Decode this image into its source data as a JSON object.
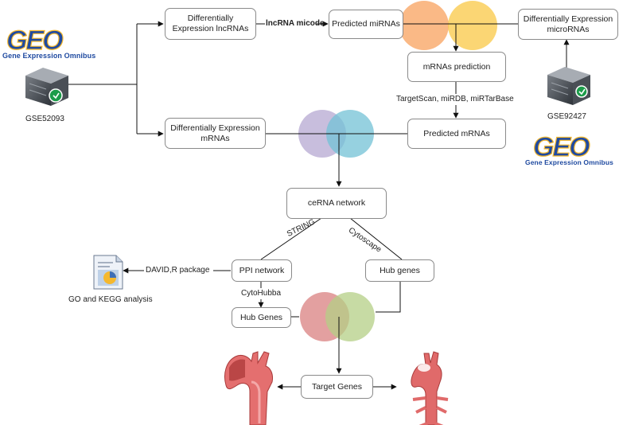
{
  "nodes": {
    "de_lncrnas": "Differentially\nExpression lncRNAs",
    "predicted_mirnas": "Predicted miRNAs",
    "de_micrornas": "Differentially Expression\nmicroRNAs",
    "mrnas_prediction": "mRNAs  prediction",
    "de_mrnas": "Differentially Expression\nmRNAs",
    "predicted_mrnas": "Predicted mRNAs",
    "cerna_network": "ceRNA network",
    "ppi_network": "PPI network",
    "hub_genes_right": "Hub genes",
    "hub_genes_left": "Hub Genes",
    "target_genes": "Target Genes"
  },
  "edge_labels": {
    "lncrna_micode": "lncRNA micode",
    "target_tools": "TargetScan, miRDB, miRTarBase",
    "string": "STRING",
    "cytoscape": "Cytoscape",
    "david": "DAVID,R package",
    "cytohubba": "CytoHubba"
  },
  "datasets": {
    "left": {
      "logo": "GEO",
      "caption": "Gene Expression Omnibus",
      "accession": "GSE52093"
    },
    "right": {
      "logo": "GEO",
      "caption": "Gene Expression Omnibus",
      "accession": "GSE92427"
    }
  },
  "analysis_label": "GO and KEGG analysis",
  "colors": {
    "venn_top": [
      "#f9b27c",
      "#f9c845"
    ],
    "venn_mid": [
      "#b8acd4",
      "#7ec6d8"
    ],
    "venn_bottom": [
      "#de8e8e",
      "#b7d08c"
    ],
    "geo_blue": "#1f4aa0",
    "geo_gold": "#f5b82e",
    "aorta": "#e06a6a"
  }
}
